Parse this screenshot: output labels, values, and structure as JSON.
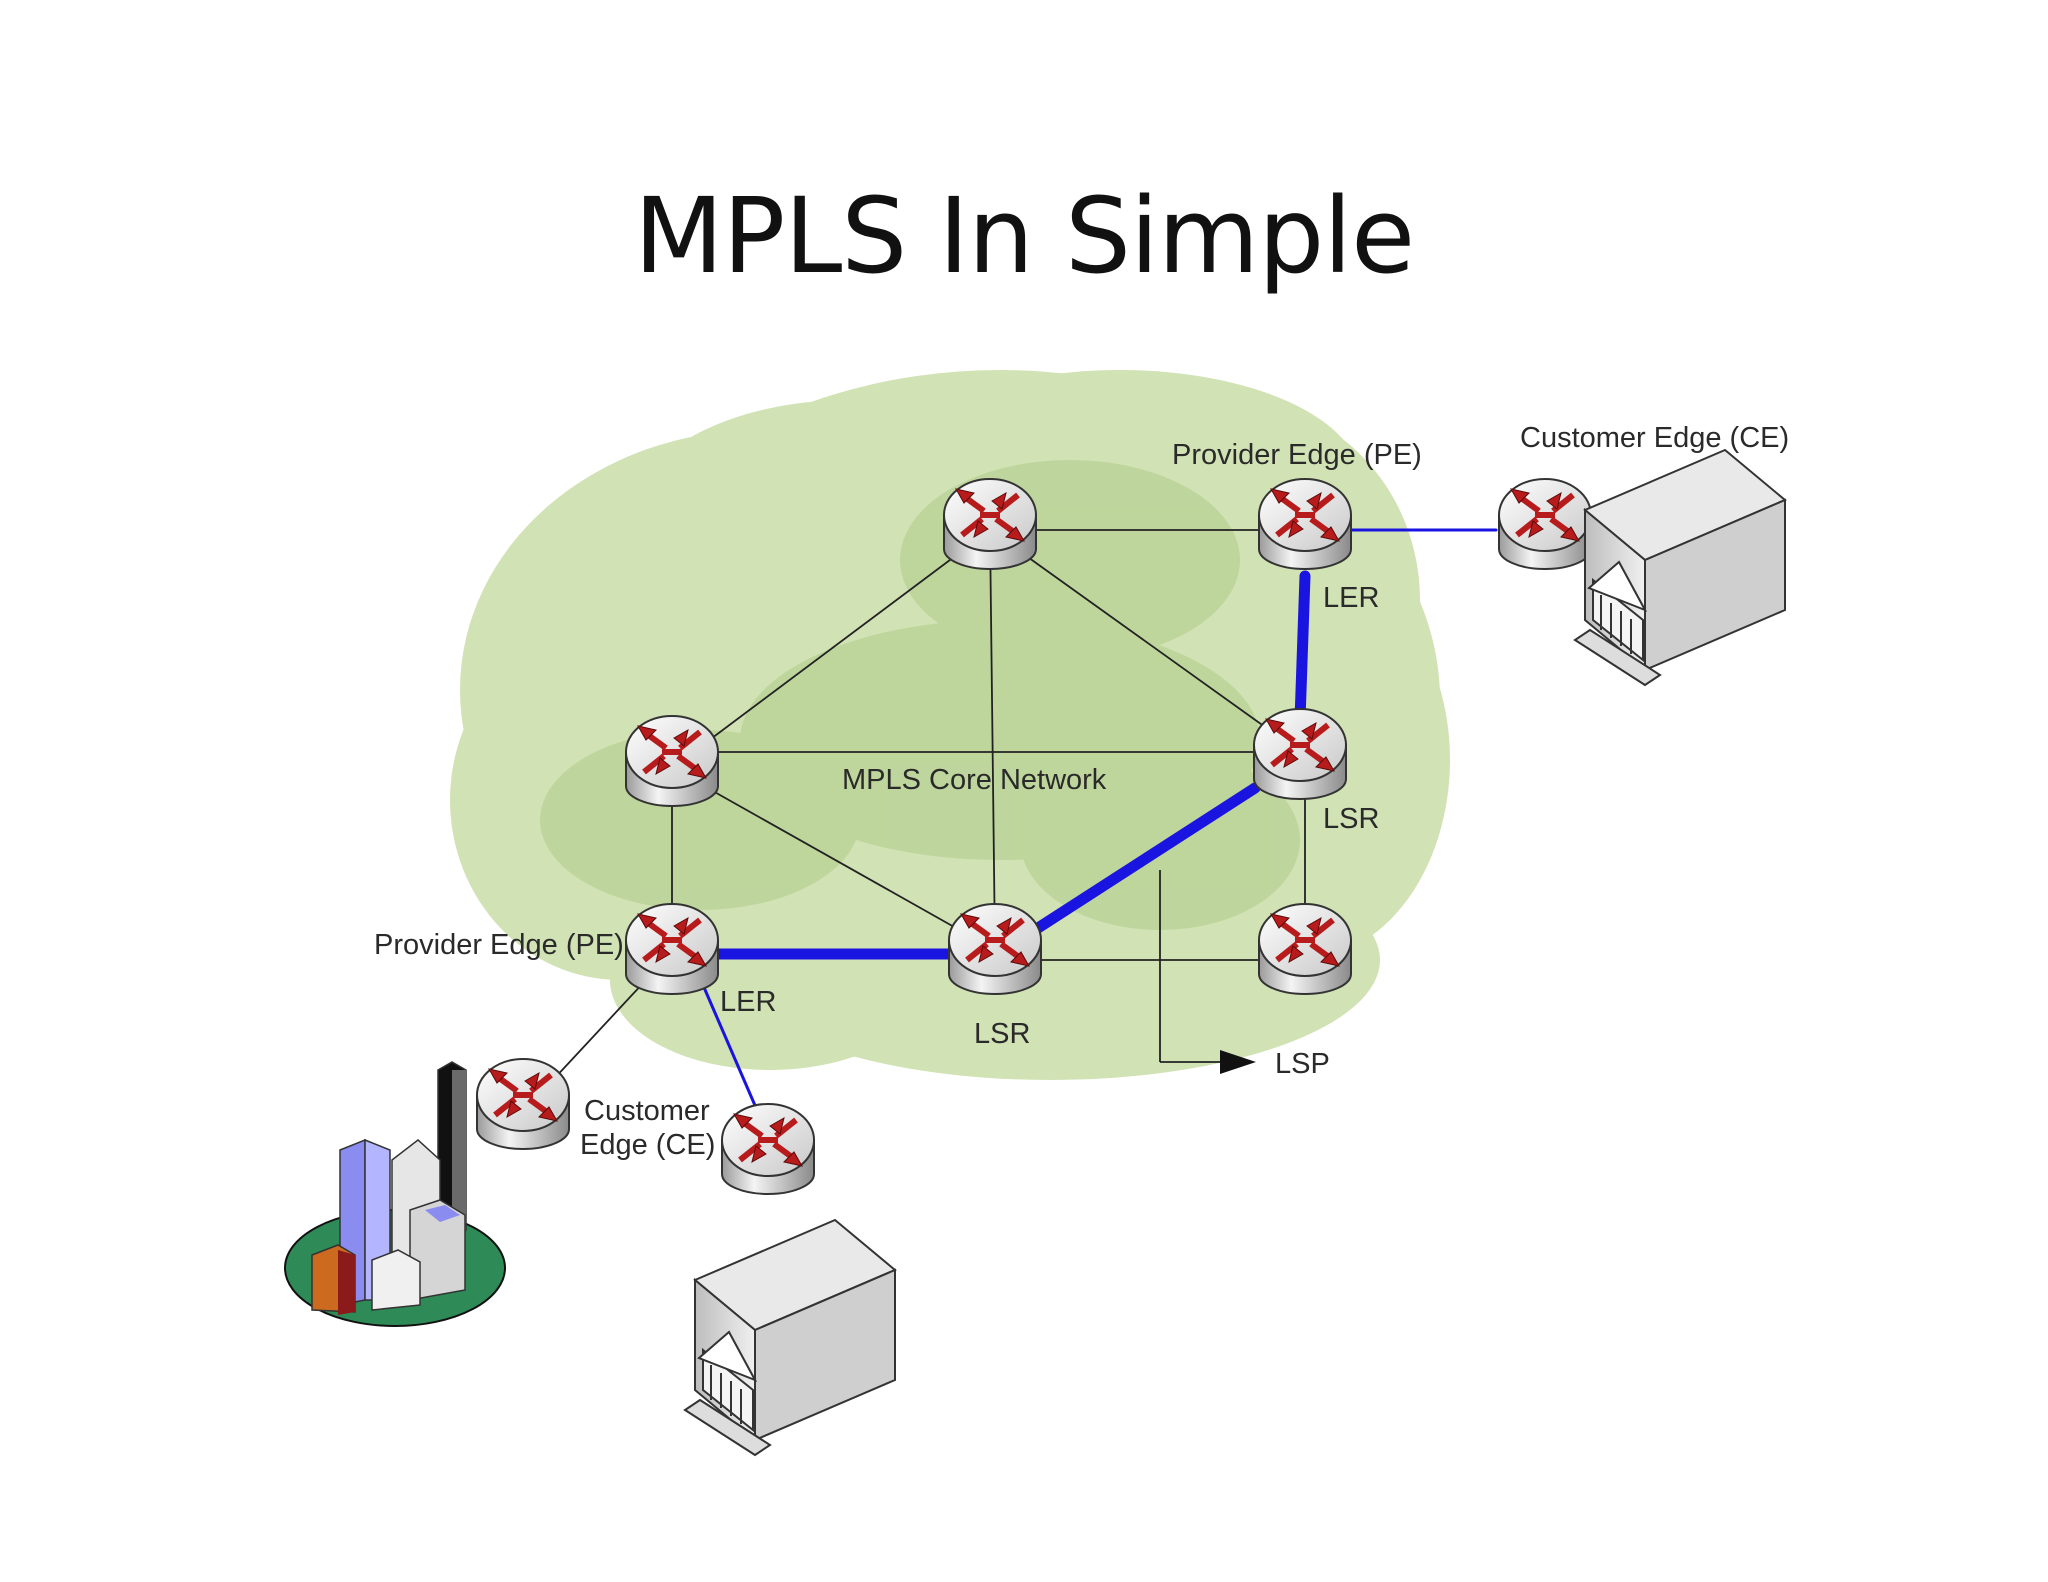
{
  "title": "MPLS In Simple",
  "labels": {
    "pe_top": "Provider Edge (PE)",
    "ce_top": "Customer Edge (CE)",
    "ler_top": "LER",
    "core": "MPLS Core Network",
    "lsr_right": "LSR",
    "pe_left": "Provider Edge (PE)",
    "ler_left": "LER",
    "lsr_bottom": "LSR",
    "lsp": "LSP",
    "ce_bottom_1": "Customer",
    "ce_bottom_2": "Edge (CE)"
  },
  "colors": {
    "cloud": "#c9dea8",
    "cloud_dark": "#b7d193",
    "lsp_path": "#1a14e0",
    "router_arrows": "#b81b1b"
  },
  "icons": [
    "router-icon",
    "building-icon",
    "city-icon"
  ]
}
